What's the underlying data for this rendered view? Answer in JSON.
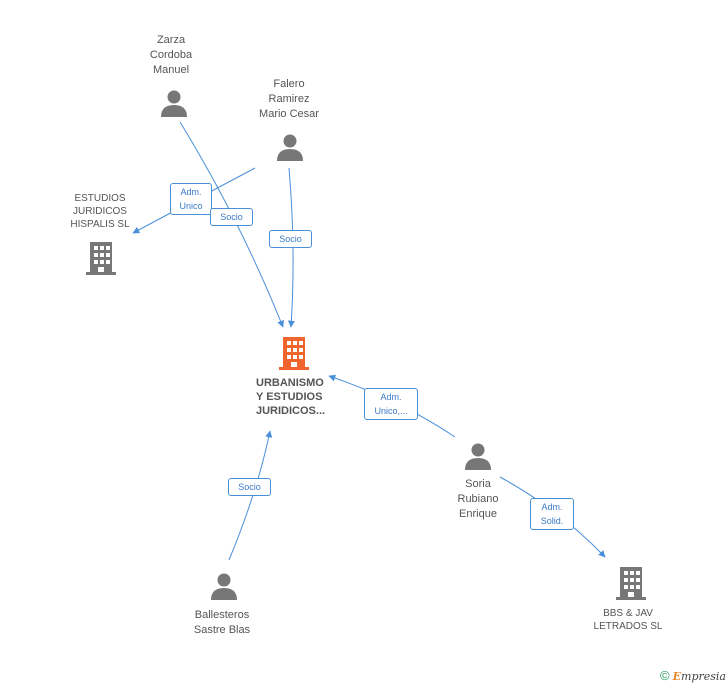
{
  "nodes": {
    "zarza": {
      "lines": [
        "Zarza",
        "Cordoba",
        "Manuel"
      ],
      "kind": "person"
    },
    "falero": {
      "lines": [
        "Falero",
        "Ramirez",
        "Mario Cesar"
      ],
      "kind": "person"
    },
    "estudios": {
      "lines": [
        "ESTUDIOS",
        "JURIDICOS",
        "HISPALIS SL"
      ],
      "kind": "company"
    },
    "urbanismo": {
      "lines": [
        "URBANISMO",
        "Y ESTUDIOS",
        "JURIDICOS..."
      ],
      "kind": "main-company"
    },
    "soria": {
      "lines": [
        "Soria",
        "Rubiano",
        "Enrique"
      ],
      "kind": "person"
    },
    "ballesteros": {
      "lines": [
        "Ballesteros",
        "Sastre Blas"
      ],
      "kind": "person"
    },
    "bbs": {
      "lines": [
        "BBS & JAV",
        "LETRADOS  SL"
      ],
      "kind": "company"
    }
  },
  "edges": {
    "falero_estudios": {
      "lines": [
        "Adm.",
        "Unico"
      ]
    },
    "zarza_urbanismo": {
      "lines": [
        "Socio"
      ]
    },
    "falero_urbanismo": {
      "lines": [
        "Socio"
      ]
    },
    "soria_urbanismo": {
      "lines": [
        "Adm.",
        "Unico,..."
      ]
    },
    "ballesteros_urbanismo": {
      "lines": [
        "Socio"
      ]
    },
    "soria_bbs": {
      "lines": [
        "Adm.",
        "Solid."
      ]
    }
  },
  "colors": {
    "edge": "#4a90d9",
    "person_icon": "#777777",
    "company_icon": "#777777",
    "main_icon": "#f0642d"
  },
  "footer": {
    "copyright": "©",
    "brand_initial": "E",
    "brand_rest": "mpresia"
  }
}
